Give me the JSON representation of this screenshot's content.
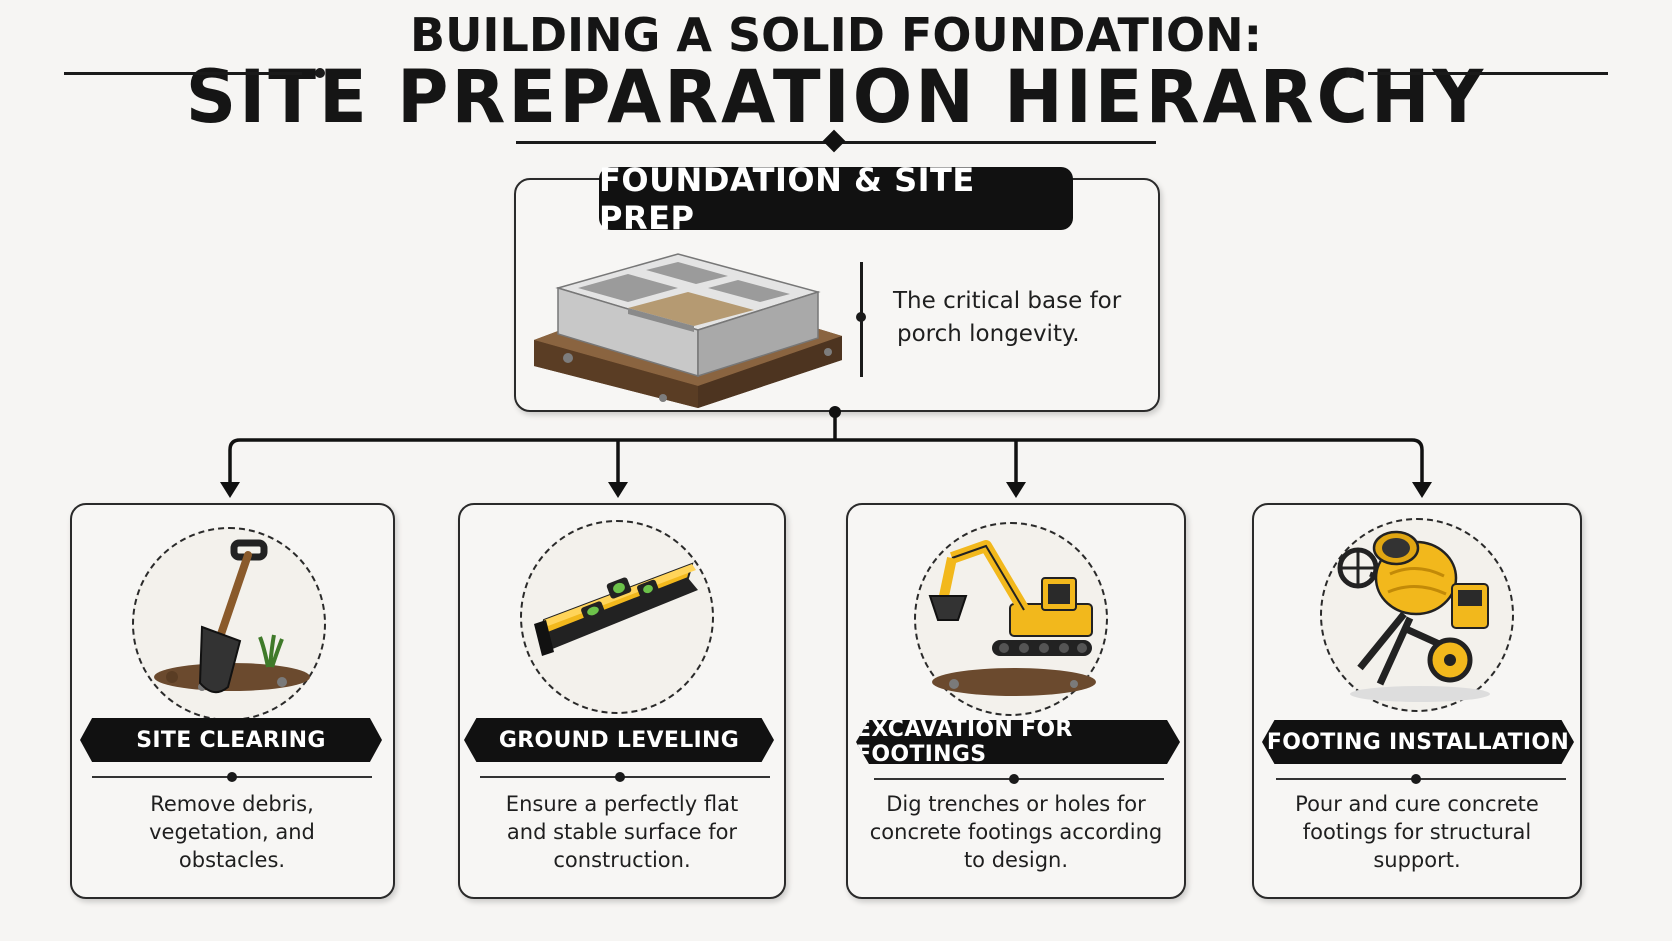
{
  "header": {
    "title_line1": "BUILDING A SOLID FOUNDATION:",
    "title_line2": "SITE PREPARATION HIERARCHY"
  },
  "root": {
    "label": "FOUNDATION & SITE PREP",
    "description_line1": "The critical base for",
    "description_line2": "porch longevity.",
    "illustration": "concrete-foundation-icon"
  },
  "steps": [
    {
      "label": "SITE CLEARING",
      "description_lines": [
        "Remove debris,",
        "vegetation, and",
        "obstacles."
      ],
      "icon": "shovel-icon"
    },
    {
      "label": "GROUND LEVELING",
      "description_lines": [
        "Ensure a perfectly flat",
        "and stable surface for",
        "construction."
      ],
      "icon": "spirit-level-icon"
    },
    {
      "label": "EXCAVATION FOR FOOTINGS",
      "description_lines": [
        "Dig trenches or holes for",
        "concrete footings according",
        "to design."
      ],
      "icon": "excavator-icon"
    },
    {
      "label": "FOOTING INSTALLATION",
      "description_lines": [
        "Pour and cure concrete",
        "footings for structural",
        "support."
      ],
      "icon": "cement-mixer-icon"
    }
  ],
  "colors": {
    "background": "#f6f5f3",
    "ink": "#111111",
    "accent_yellow": "#f2b81c",
    "soil_brown": "#6b4a2e",
    "concrete_grey": "#c9c9c9"
  }
}
